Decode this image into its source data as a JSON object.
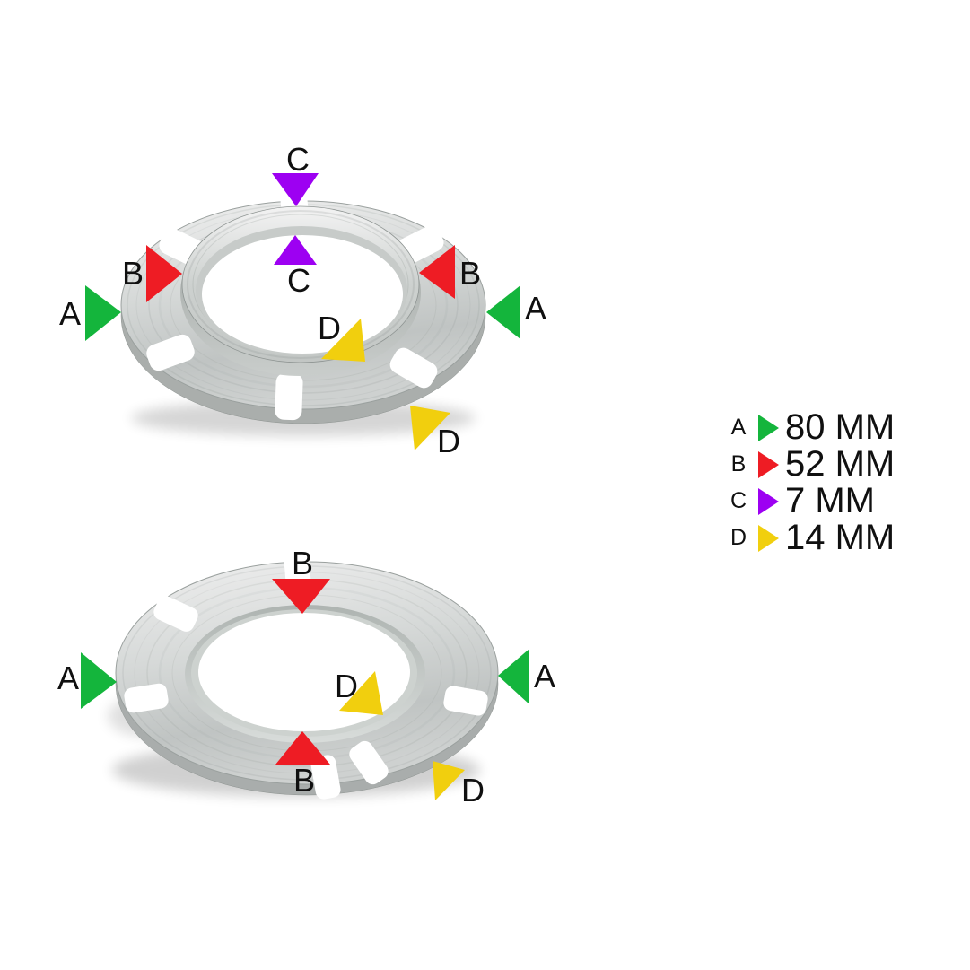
{
  "legend": {
    "items": [
      {
        "key": "A",
        "value": "80 MM",
        "color": "#14b53c",
        "color_name": "green"
      },
      {
        "key": "B",
        "value": "52 MM",
        "color": "#ee1c24",
        "color_name": "red"
      },
      {
        "key": "C",
        "value": "7 MM",
        "color": "#9d00f2",
        "color_name": "purple"
      },
      {
        "key": "D",
        "value": "14 MM",
        "color": "#f1cf0e",
        "color_name": "yellow"
      }
    ]
  },
  "top_view": {
    "name": "washer-perspective-view",
    "markers": [
      {
        "label": "C"
      },
      {
        "label": "C"
      },
      {
        "label": "B"
      },
      {
        "label": "B"
      },
      {
        "label": "A"
      },
      {
        "label": "A"
      },
      {
        "label": "D"
      },
      {
        "label": "D"
      }
    ]
  },
  "bottom_view": {
    "name": "washer-flat-view",
    "markers": [
      {
        "label": "B"
      },
      {
        "label": "B"
      },
      {
        "label": "A"
      },
      {
        "label": "A"
      },
      {
        "label": "D"
      },
      {
        "label": "D"
      }
    ]
  }
}
